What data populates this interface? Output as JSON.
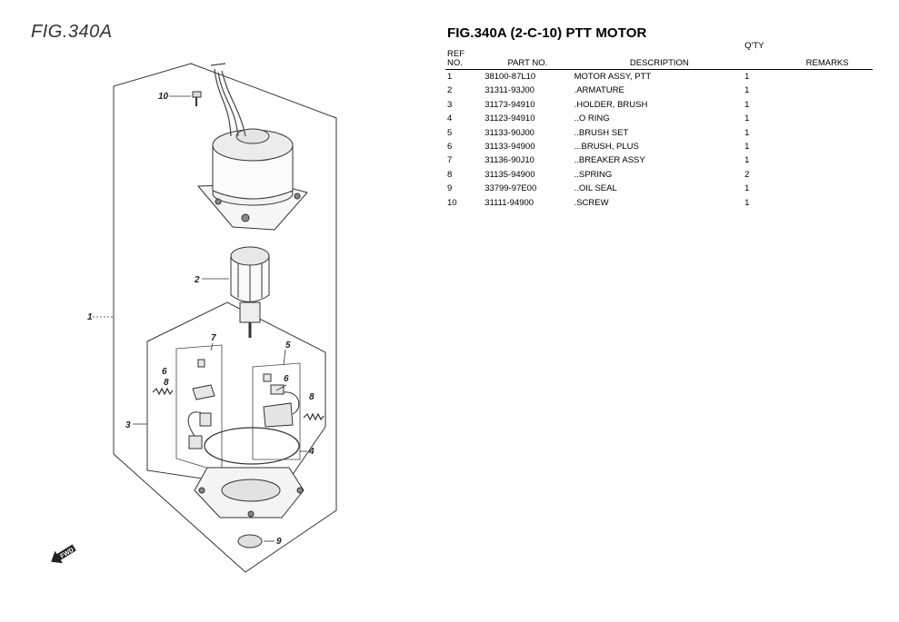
{
  "figure_label": "FIG.340A",
  "title": "FIG.340A (2-C-10) PTT MOTOR",
  "columns": {
    "ref_no": "REF NO.",
    "part_no": "PART NO.",
    "description": "DESCRIPTION",
    "qty": "Q'TY",
    "remarks": "REMARKS"
  },
  "parts": [
    {
      "ref": "1",
      "part": "38100-87L10",
      "desc": "MOTOR ASSY, PTT",
      "qty": "1",
      "remarks": ""
    },
    {
      "ref": "2",
      "part": "31311-93J00",
      "desc": ".ARMATURE",
      "qty": "1",
      "remarks": ""
    },
    {
      "ref": "3",
      "part": "31173-94910",
      "desc": ".HOLDER, BRUSH",
      "qty": "1",
      "remarks": ""
    },
    {
      "ref": "4",
      "part": "31123-94910",
      "desc": "..O RING",
      "qty": "1",
      "remarks": ""
    },
    {
      "ref": "5",
      "part": "31133-90J00",
      "desc": "..BRUSH SET",
      "qty": "1",
      "remarks": ""
    },
    {
      "ref": "6",
      "part": "31133-94900",
      "desc": "...BRUSH, PLUS",
      "qty": "1",
      "remarks": ""
    },
    {
      "ref": "7",
      "part": "31136-90J10",
      "desc": "..BREAKER ASSY",
      "qty": "1",
      "remarks": ""
    },
    {
      "ref": "8",
      "part": "31135-94900",
      "desc": "..SPRING",
      "qty": "2",
      "remarks": ""
    },
    {
      "ref": "9",
      "part": "33799-97E00",
      "desc": "..OIL SEAL",
      "qty": "1",
      "remarks": ""
    },
    {
      "ref": "10",
      "part": "31111-94900",
      "desc": ".SCREW",
      "qty": "1",
      "remarks": ""
    }
  ],
  "callouts": {
    "c1": "1",
    "c2": "2",
    "c3": "3",
    "c4": "4",
    "c5": "5",
    "c6a": "6",
    "c6b": "6",
    "c7": "7",
    "c8a": "8",
    "c8b": "8",
    "c9": "9",
    "c10": "10"
  },
  "fwd_label": "FWD"
}
